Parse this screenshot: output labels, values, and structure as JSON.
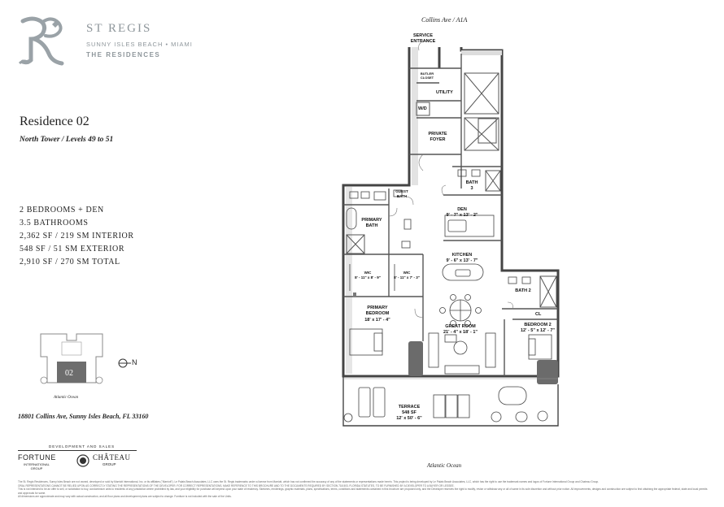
{
  "brand": {
    "name": "ST REGIS",
    "location": "SUNNY ISLES BEACH • MIAMI",
    "tagline": "THE RESIDENCES"
  },
  "residence": {
    "title": "Residence 02",
    "subtitle": "North Tower / Levels 49 to 51"
  },
  "specs": [
    "2 BEDROOMS + DEN",
    "3.5 BATHROOMS",
    "2,362 SF / 219 SM INTERIOR",
    "548 SF / 51 SM EXTERIOR",
    "2,910 SF / 270 SM TOTAL"
  ],
  "keyplan": {
    "unit": "02",
    "north": "N",
    "ocean": "Atlantic Ocean"
  },
  "address": "18801 Collins Ave, Sunny Isles Beach, FL 33160",
  "developers": {
    "heading": "DEVELOPMENT AND SALES",
    "fortune": "FORTUNE",
    "fortune_sub": "INTERNATIONAL GROUP",
    "chateau": "CHÂTEAU",
    "chateau_sub": "GROUP"
  },
  "plan": {
    "street": "Collins Ave / A1A",
    "ocean": "Atlantic Ocean",
    "rooms": {
      "service_entrance": "SERVICE ENTRANCE",
      "butler_closet": "BUTLER CLOSET",
      "utility": "UTILITY",
      "wd": "W/D",
      "private_foyer": "PRIVATE FOYER",
      "bath3": "BATH 3",
      "guest_bath": "GUEST BATH",
      "den": "DEN",
      "den_dims": "9' - 7\" x 13' - 2\"",
      "primary_bath": "PRIMARY BATH",
      "kitchen": "KITCHEN",
      "kitchen_dims": "9' - 6\" x 13' - 7\"",
      "wic1": "WIC",
      "wic1_dims": "8' - 11\" x 8' - 9\"",
      "wic2": "WIC",
      "wic2_dims": "8' - 11\" x 7' - 3\"",
      "bath2": "BATH 2",
      "cl": "CL",
      "primary_bedroom": "PRIMARY BEDROOM",
      "primary_bedroom_dims": "18' x 17' - 4\"",
      "great_room": "GREAT ROOM",
      "great_room_dims": "21' - 4\" x 18' - 1\"",
      "bedroom2": "BEDROOM 2",
      "bedroom2_dims": "12' - 5\" x 12' - 7\"",
      "terrace": "TERRACE",
      "terrace_sf": "548 SF",
      "terrace_dims": "12' x 50' - 6\""
    }
  },
  "disclaimer": {
    "line1": "The St. Regis Residences, Sunny Isles Beach are not owned, developed or sold by Marriott International, Inc. or its affiliates (\"Marriott\"). Le Palais Beach Associates, LLC uses the St. Regis trademarks under a license from Marriott, which has not confirmed the accuracy of any of the statements or representations made herein. This project is being developed by Le Palais Beach Associates, LLC, which has the right to use the trademark names and logos of Fortune International Group and Chateau Group.",
    "line2": "ORAL REPRESENTATIONS CANNOT BE RELIED UPON AS CORRECTLY STATING THE REPRESENTATIONS OF THE DEVELOPER. FOR CORRECT REPRESENTATIONS, MAKE REFERENCE TO THIS BROCHURE AND TO THE DOCUMENTS REQUIRED BY SECTION 718.503, FLORIDA STATUTES, TO BE FURNISHED BY A DEVELOPER TO A BUYER OR LESSEE.",
    "line3": "This is not intended to be an offer to sell, or solicitation to buy, condominium units to residents of any jurisdiction where prohibited by law, and your eligibility for purchase will depend upon your state of residency. Sketches, renderings, graphic materials, plans, specifications, terms, conditions and statements contained in this brochure are proposed only, and the Developer reserves the right to modify, revise or withdraw any or all of same in its sole discretion and without prior notice. All improvements, designs and construction are subject to first obtaining the appropriate federal, state and local permits and approvals for same.",
    "line4": "All dimensions are approximate and may vary with actual construction, and all floor plans and development plans are subject to change. Furniture is not included with the sale of the Units."
  }
}
